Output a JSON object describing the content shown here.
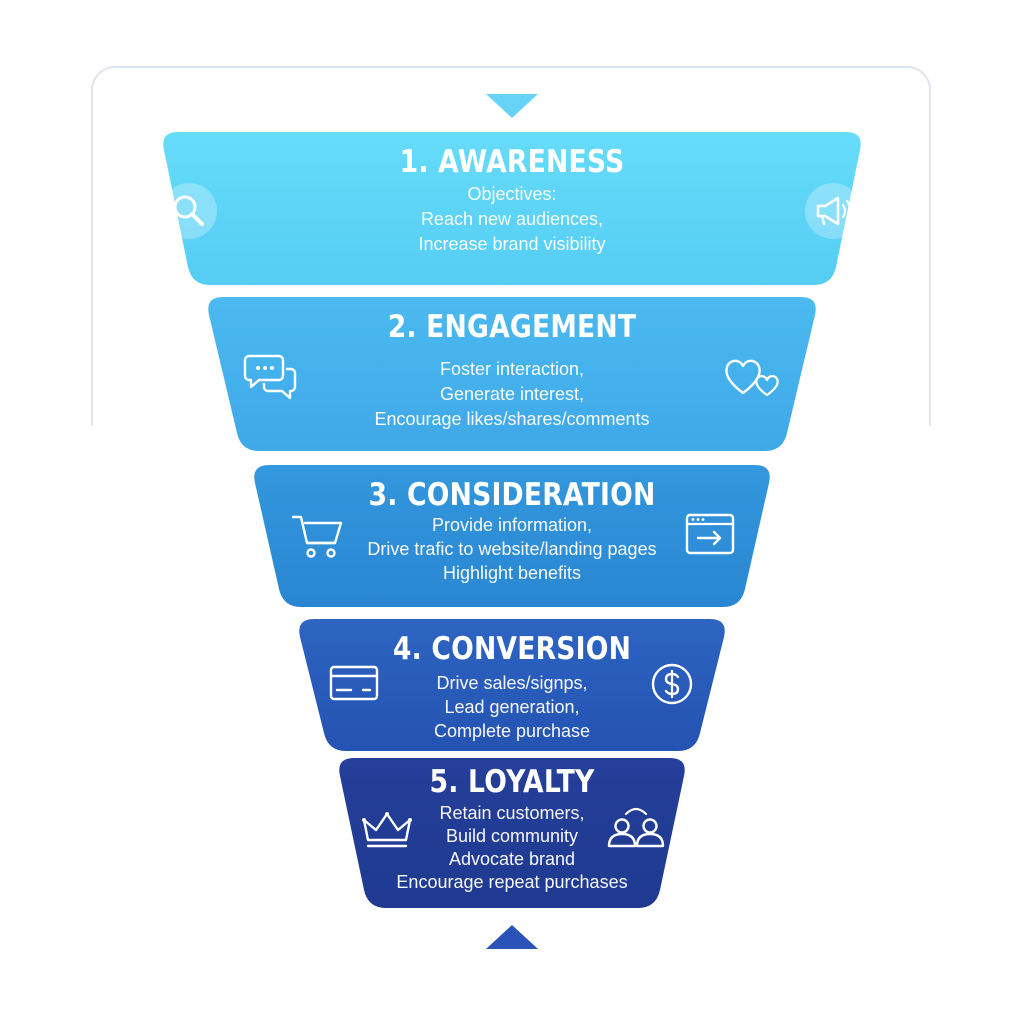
{
  "funnel": {
    "stages": [
      {
        "title": "1. AWARENESS",
        "lines": [
          "Objectives:",
          "Reach new audiences,",
          "Increase brand visibility"
        ],
        "color": "#5fd6f7",
        "left_icon": "magnifier-icon",
        "right_icon": "megaphone-icon"
      },
      {
        "title": "2. ENGAGEMENT",
        "lines": [
          "Foster interaction,",
          "Generate interest,",
          "Encourage likes/shares/comments"
        ],
        "color": "#45b3ec",
        "left_icon": "chat-bubbles-icon",
        "right_icon": "hearts-icon"
      },
      {
        "title": "3. CONSIDERATION",
        "lines": [
          "Provide information,",
          "Drive trafic to website/landing pages",
          "Highlight benefits"
        ],
        "color": "#2f8fd8",
        "left_icon": "shopping-cart-icon",
        "right_icon": "browser-window-icon"
      },
      {
        "title": "4. CONVERSION",
        "lines": [
          "Drive sales/signps,",
          "Lead generation,",
          "Complete purchase"
        ],
        "color": "#2a5fbd",
        "left_icon": "credit-card-icon",
        "right_icon": "dollar-coin-icon"
      },
      {
        "title": "5. LOYALTY",
        "lines": [
          "Retain customers,",
          "Build community",
          "Advocate brand",
          "Encourage repeat purchases"
        ],
        "color": "#223f98",
        "left_icon": "crown-icon",
        "right_icon": "community-icon"
      }
    ],
    "arrow_top_color": "#67d3f7",
    "arrow_bottom_color": "#2a52b8"
  }
}
